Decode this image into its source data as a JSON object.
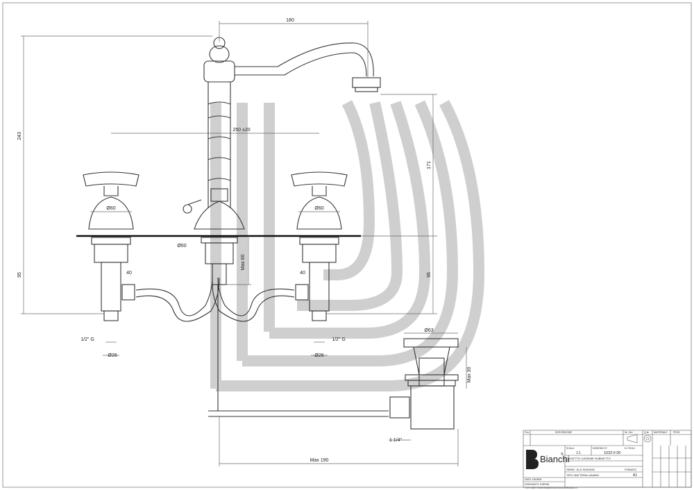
{
  "dimensions": {
    "spout_reach": "180",
    "center_distance": "250 ±20",
    "height_left": "243",
    "height_right": "171",
    "valve_dia_left": "Ø60",
    "valve_dia_right": "Ø60",
    "spout_base_dia": "Ø60",
    "max_60": "Max 60",
    "depth_left": "95",
    "depth_right": "95",
    "offset_left": "40",
    "offset_right": "40",
    "thread_left": "1/2\" G",
    "thread_right": "1/2\" G",
    "tail_dia_left": "Ø26",
    "tail_dia_right": "Ø26",
    "waste_dia": "Ø63",
    "waste_max": "Max 30",
    "waste_thread": "1 1/4\"",
    "rod_max": "Max 190"
  },
  "title_block": {
    "col_pos": "Pos.",
    "col_desc": "DESCRIZIONE",
    "col_nr": "Nr. Ord.",
    "col_qty": "Q.tà",
    "col_material": "MATERIALE",
    "col_weight": "PESO",
    "scale_label": "SCALA",
    "scale_value": "1:1",
    "drawing_label": "DISEGNO N°",
    "drawing_number": "1032-F.00",
    "sheet_label": "N. FOGLI",
    "object": "OGGETTO: ASSIEME RUBINETTO",
    "series": "SERIE:    OLD FASHION",
    "type": "TIPO: BATTERIA LAVABO",
    "format_label": "FORMATO",
    "format_value": "A1",
    "date": "DATA: 16/09/09",
    "designed_by": "DISEGNATO    TURRINI",
    "footer": "TUTTI I DIRITTI SONO RISERVATI ALLA SOCIETÀ BIANCHI s.r.l.",
    "brand": "Bianchi",
    "brand_mark": "®"
  }
}
